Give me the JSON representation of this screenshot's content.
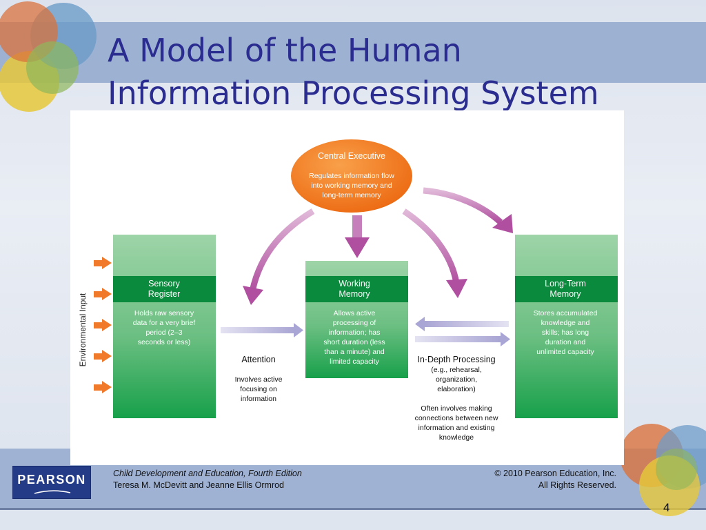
{
  "slide": {
    "title": "A Model of the Human\nInformation Processing System",
    "page_number": "4"
  },
  "diagram": {
    "central_executive": {
      "title": "Central Executive",
      "description": [
        "Regulates information flow",
        "into working memory and",
        "long-term memory"
      ]
    },
    "environmental_input_label": "Environmental Input",
    "sensory_register": {
      "title": [
        "Sensory",
        "Register"
      ],
      "description": [
        "Holds raw sensory",
        "data for a very brief",
        "period (2–3",
        "seconds or less)"
      ]
    },
    "working_memory": {
      "title": [
        "Working",
        "Memory"
      ],
      "description": [
        "Allows active",
        "processing of",
        "information;  has",
        "short duration (less",
        "than a minute) and",
        "limited capacity"
      ]
    },
    "long_term_memory": {
      "title": [
        "Long-Term",
        "Memory"
      ],
      "description": [
        "Stores accumulated",
        "knowledge and",
        "skills;  has long",
        "duration and",
        "unlimited capacity"
      ]
    },
    "attention": {
      "title": "Attention",
      "description": [
        "Involves active",
        "focusing on",
        "information"
      ]
    },
    "in_depth_processing": {
      "title": "In-Depth Processing",
      "examples": [
        "(e.g., rehearsal,",
        "organization,",
        "elaboration)"
      ],
      "note": [
        "Often involves making",
        "connections between new",
        "information and existing",
        "knowledge"
      ]
    }
  },
  "footer": {
    "logo_text": "PEARSON",
    "book_title": "Child Development and Education, Fourth Edition",
    "authors": "Teresa M. McDevitt and Jeanne Ellis Ormrod",
    "copyright": "© 2010 Pearson Education, Inc.",
    "rights": "All Rights Reserved."
  },
  "colors": {
    "title": "#2b2c8f",
    "band": "#9db1d3",
    "box_light_green": "#8fcc9a",
    "box_dark_green": "#0a8a3c",
    "executive_orange": "#f07a1e",
    "arrow_pink": "#b05aa8",
    "input_arrow_orange": "#f07a2a",
    "flow_arrow_lavender": "#b9b6dc",
    "logo_blue": "#243b87"
  }
}
